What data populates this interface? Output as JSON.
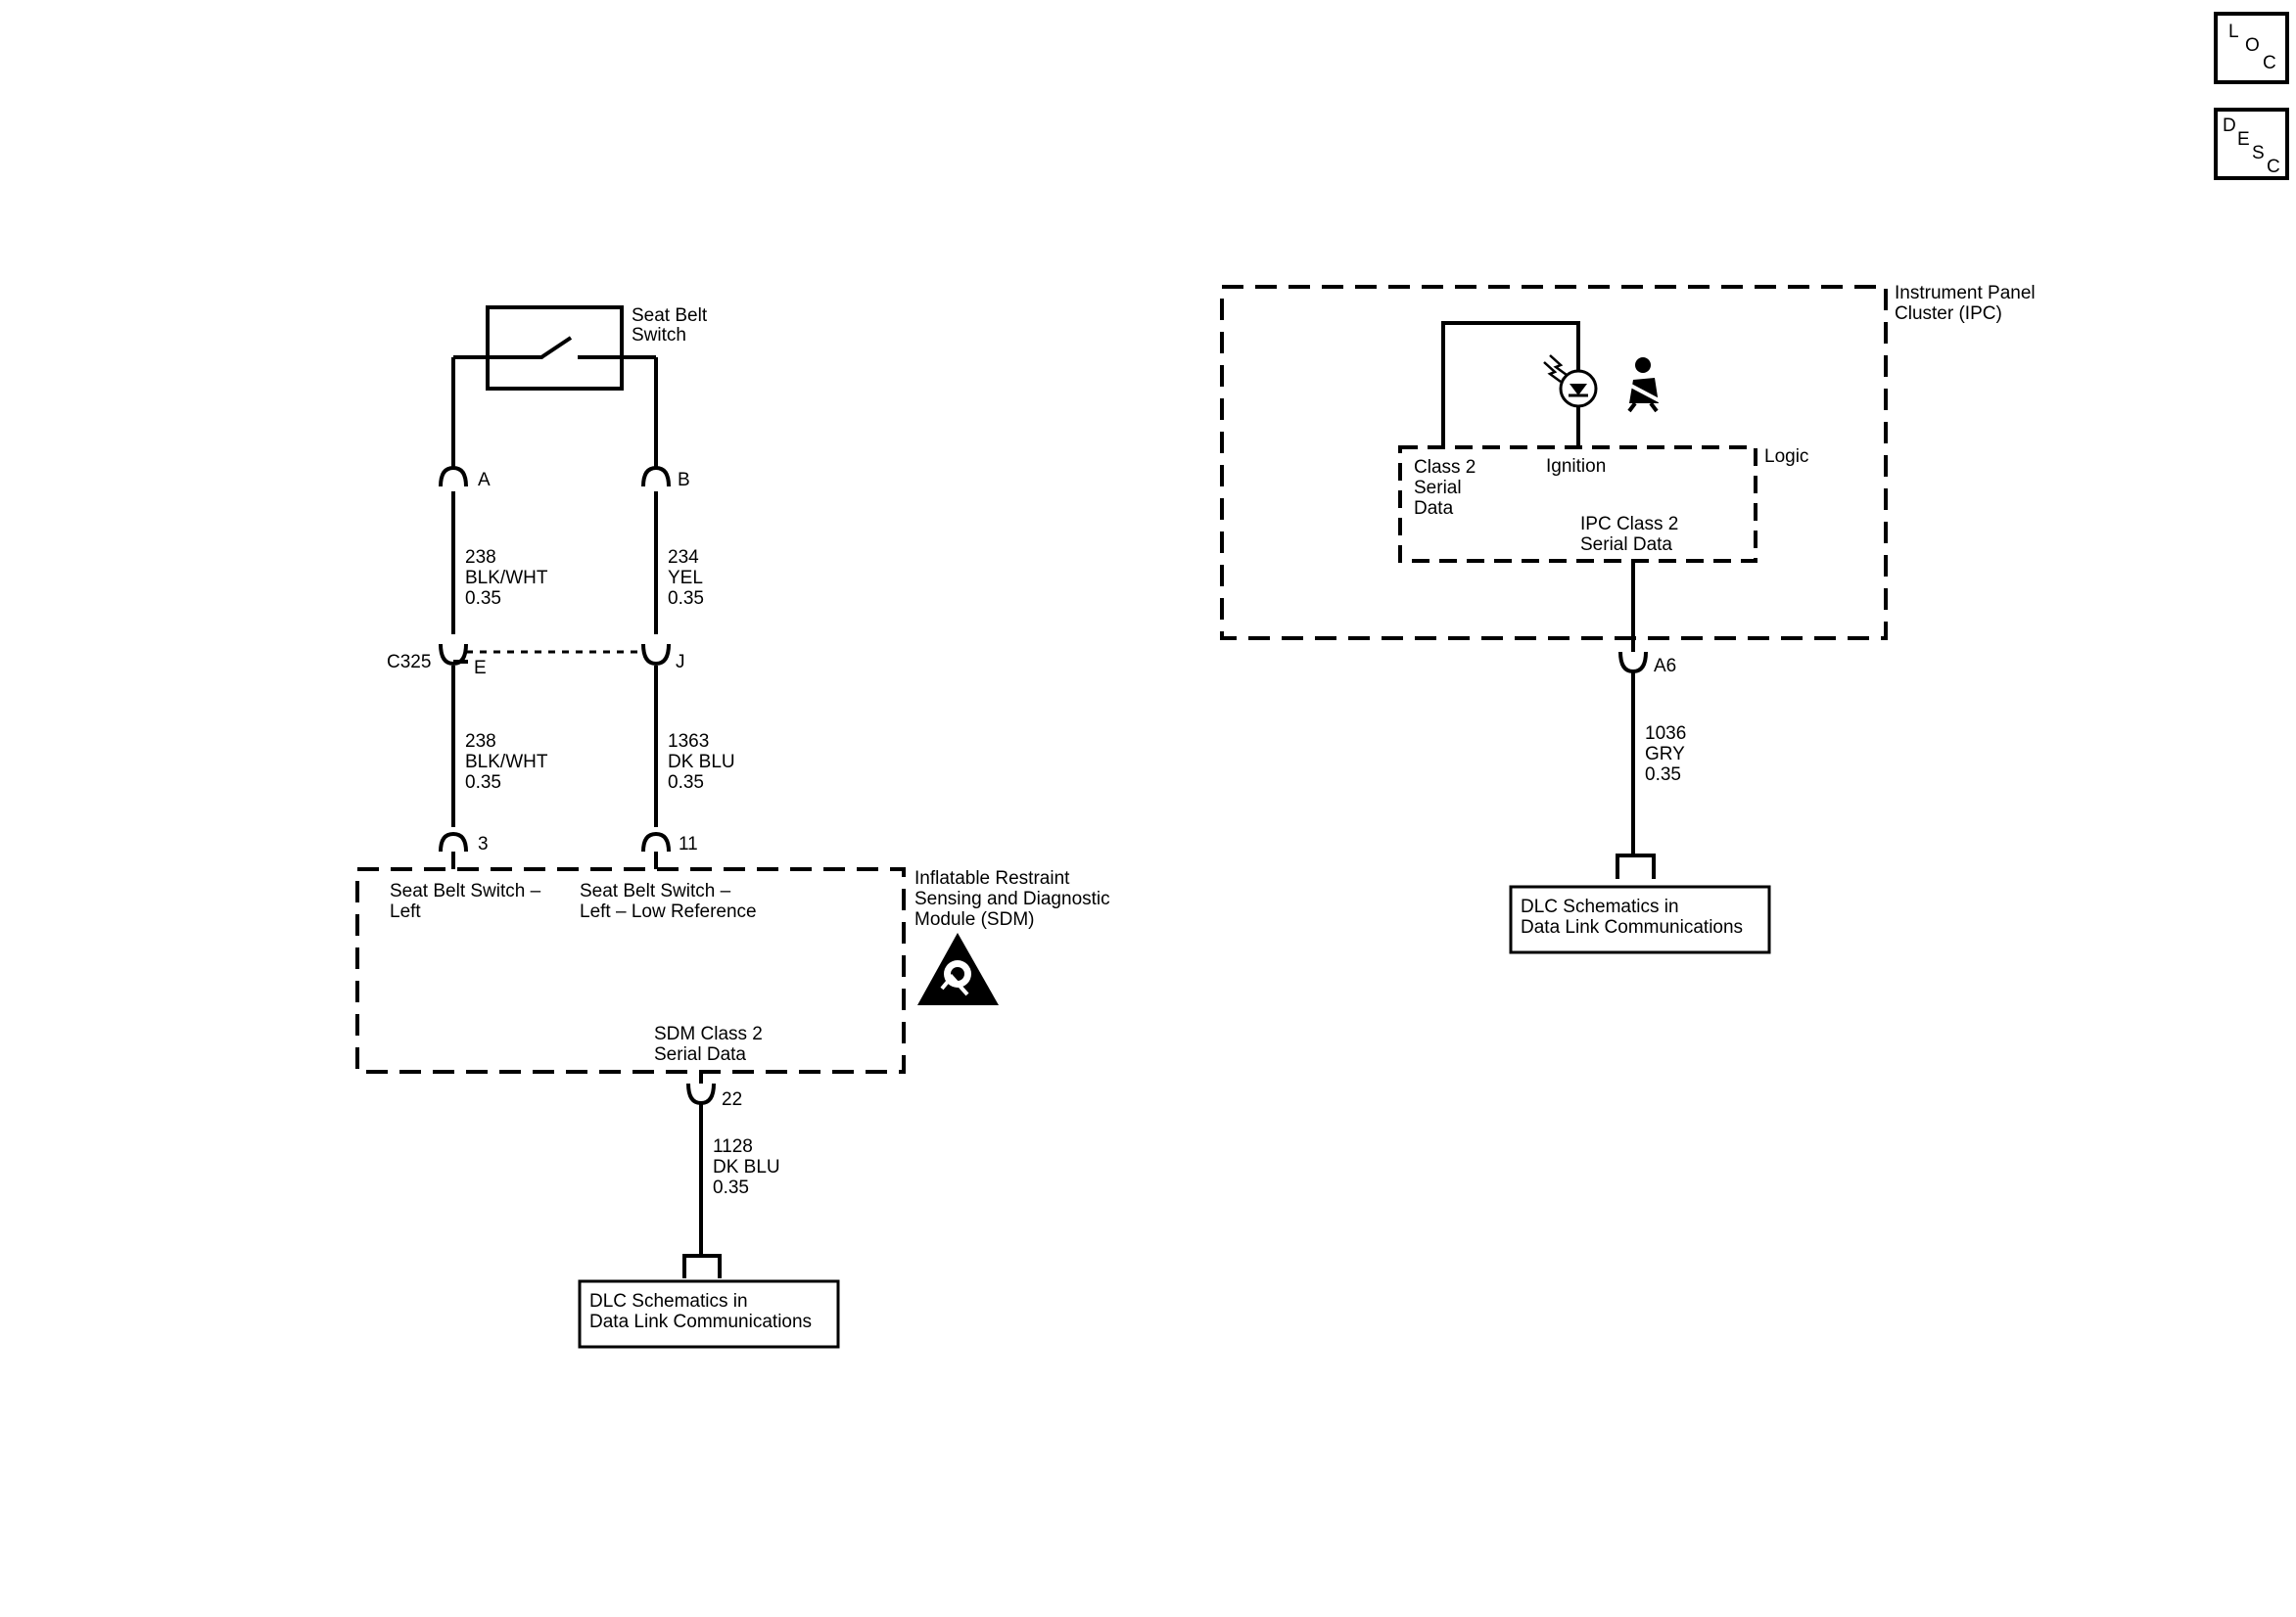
{
  "nav_buttons": {
    "loc": [
      "L",
      "O",
      "C"
    ],
    "desc": [
      "D",
      "E",
      "S",
      "C"
    ]
  },
  "components": {
    "seat_belt_switch": [
      "Seat Belt",
      "Switch"
    ],
    "ipc": [
      "Instrument Panel",
      "Cluster (IPC)"
    ],
    "ipc_logic": "Logic",
    "ipc_class2": [
      "Class 2",
      "Serial",
      "Data"
    ],
    "ipc_ignition": "Ignition",
    "ipc_class2_serial": [
      "IPC Class 2",
      "Serial Data"
    ],
    "sdm": [
      "Inflatable Restraint",
      "Sensing and Diagnostic",
      "Module (SDM)"
    ],
    "sdm_pin3_label": [
      "Seat Belt Switch –",
      "Left"
    ],
    "sdm_pin11_label": [
      "Seat Belt Switch –",
      "Left – Low Reference"
    ],
    "sdm_class2": [
      "SDM Class 2",
      "Serial Data"
    ],
    "dlc_left": [
      "DLC Schematics in",
      "Data Link Communications"
    ],
    "dlc_right": [
      "DLC Schematics in",
      "Data Link Communications"
    ]
  },
  "connectors": {
    "c325": "C325",
    "pin_a": "A",
    "pin_b": "B",
    "pin_e": "E",
    "pin_j": "J",
    "pin_3": "3",
    "pin_11": "11",
    "pin_22": "22",
    "pin_a6": "A6"
  },
  "wires": {
    "a_to_e": [
      "238",
      "BLK/WHT",
      "0.35"
    ],
    "b_to_j": [
      "234",
      "YEL",
      "0.35"
    ],
    "e_to_3": [
      "238",
      "BLK/WHT",
      "0.35"
    ],
    "j_to_11": [
      "1363",
      "DK BLU",
      "0.35"
    ],
    "sdm_to_dlc": [
      "1128",
      "DK BLU",
      "0.35"
    ],
    "ipc_to_dlc": [
      "1036",
      "GRY",
      "0.35"
    ]
  }
}
